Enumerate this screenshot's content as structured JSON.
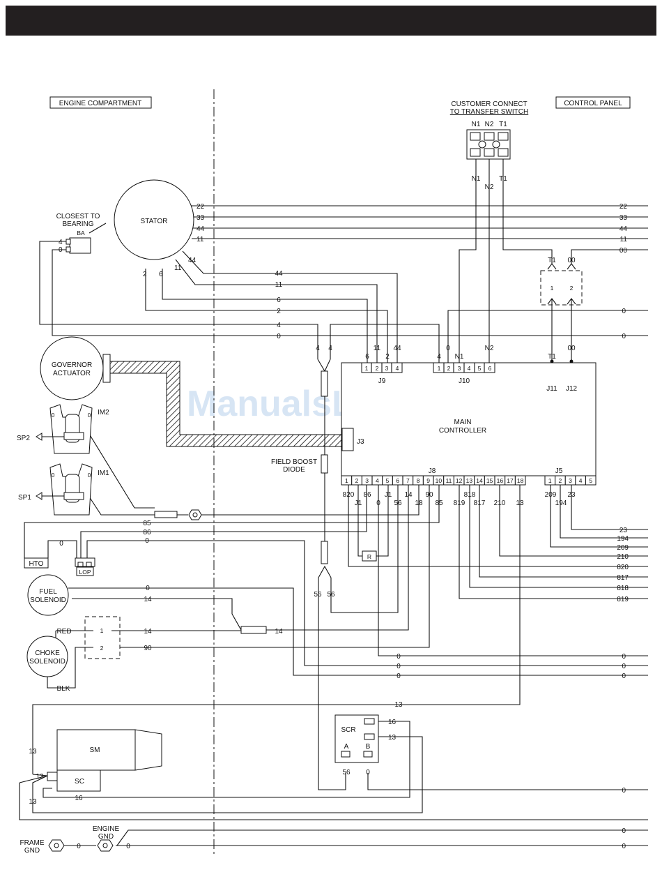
{
  "sections": {
    "engine_compartment": "ENGINE COMPARTMENT",
    "control_panel": "CONTROL PANEL",
    "customer_connect_1": "CUSTOMER CONNECT",
    "customer_connect_2": "TO TRANSFER SWITCH"
  },
  "components": {
    "stator": "STATOR",
    "closest_to": "CLOSEST TO",
    "bearing": "BEARING",
    "ba": "BA",
    "governor_1": "GOVERNOR",
    "governor_2": "ACTUATOR",
    "im2": "IM2",
    "im1": "IM1",
    "sp2": "SP2",
    "sp1": "SP1",
    "hto": "HTO",
    "lop": "LOP",
    "fuel_1": "FUEL",
    "fuel_2": "SOLENOID",
    "choke_1": "CHOKE",
    "choke_2": "SOLENOID",
    "sm": "SM",
    "sc": "SC",
    "scr": "SCR",
    "scr_a": "A",
    "scr_b": "B",
    "main_1": "MAIN",
    "main_2": "CONTROLLER",
    "field_boost_1": "FIELD BOOST",
    "field_boost_2": "DIODE",
    "frame_1": "FRAME",
    "frame_2": "GND",
    "engine_gnd_1": "ENGINE",
    "engine_gnd_2": "GND",
    "red": "RED",
    "blk": "BLK",
    "r": "R",
    "plug1": "1",
    "plug2": "2"
  },
  "connectors": {
    "j9": "J9",
    "j10": "J10",
    "j3": "J3",
    "j8": "J8",
    "j5": "J5",
    "j11": "J11",
    "j12": "J12",
    "j9_pins": [
      "1",
      "2",
      "3",
      "4"
    ],
    "j10_pins": [
      "1",
      "2",
      "3",
      "4",
      "5",
      "6"
    ],
    "j8_pins": [
      "1",
      "2",
      "3",
      "4",
      "5",
      "6",
      "7",
      "8",
      "9",
      "10",
      "11",
      "12",
      "13",
      "14",
      "15",
      "16",
      "17",
      "18"
    ],
    "j5_pins": [
      "1",
      "2",
      "3",
      "4",
      "5"
    ],
    "terminal_top": [
      "N1",
      "N2",
      "T1"
    ]
  },
  "wires": {
    "w22": "22",
    "w33": "33",
    "w44": "44",
    "w11": "11",
    "w00": "00",
    "w0": "0",
    "w2": "2",
    "w6": "6",
    "w4": "4",
    "wN1": "N1",
    "wN2": "N2",
    "wT1": "T1",
    "wJ1": "J1",
    "w820": "820",
    "w86": "86",
    "w56": "56",
    "w14": "14",
    "w18": "18",
    "w90": "90",
    "w85": "85",
    "w818": "818",
    "w819": "819",
    "w817": "817",
    "w210": "210",
    "w13": "13",
    "w209": "209",
    "w194": "194",
    "w23": "23",
    "w16": "16"
  },
  "watermark": "ManualsLib.com"
}
